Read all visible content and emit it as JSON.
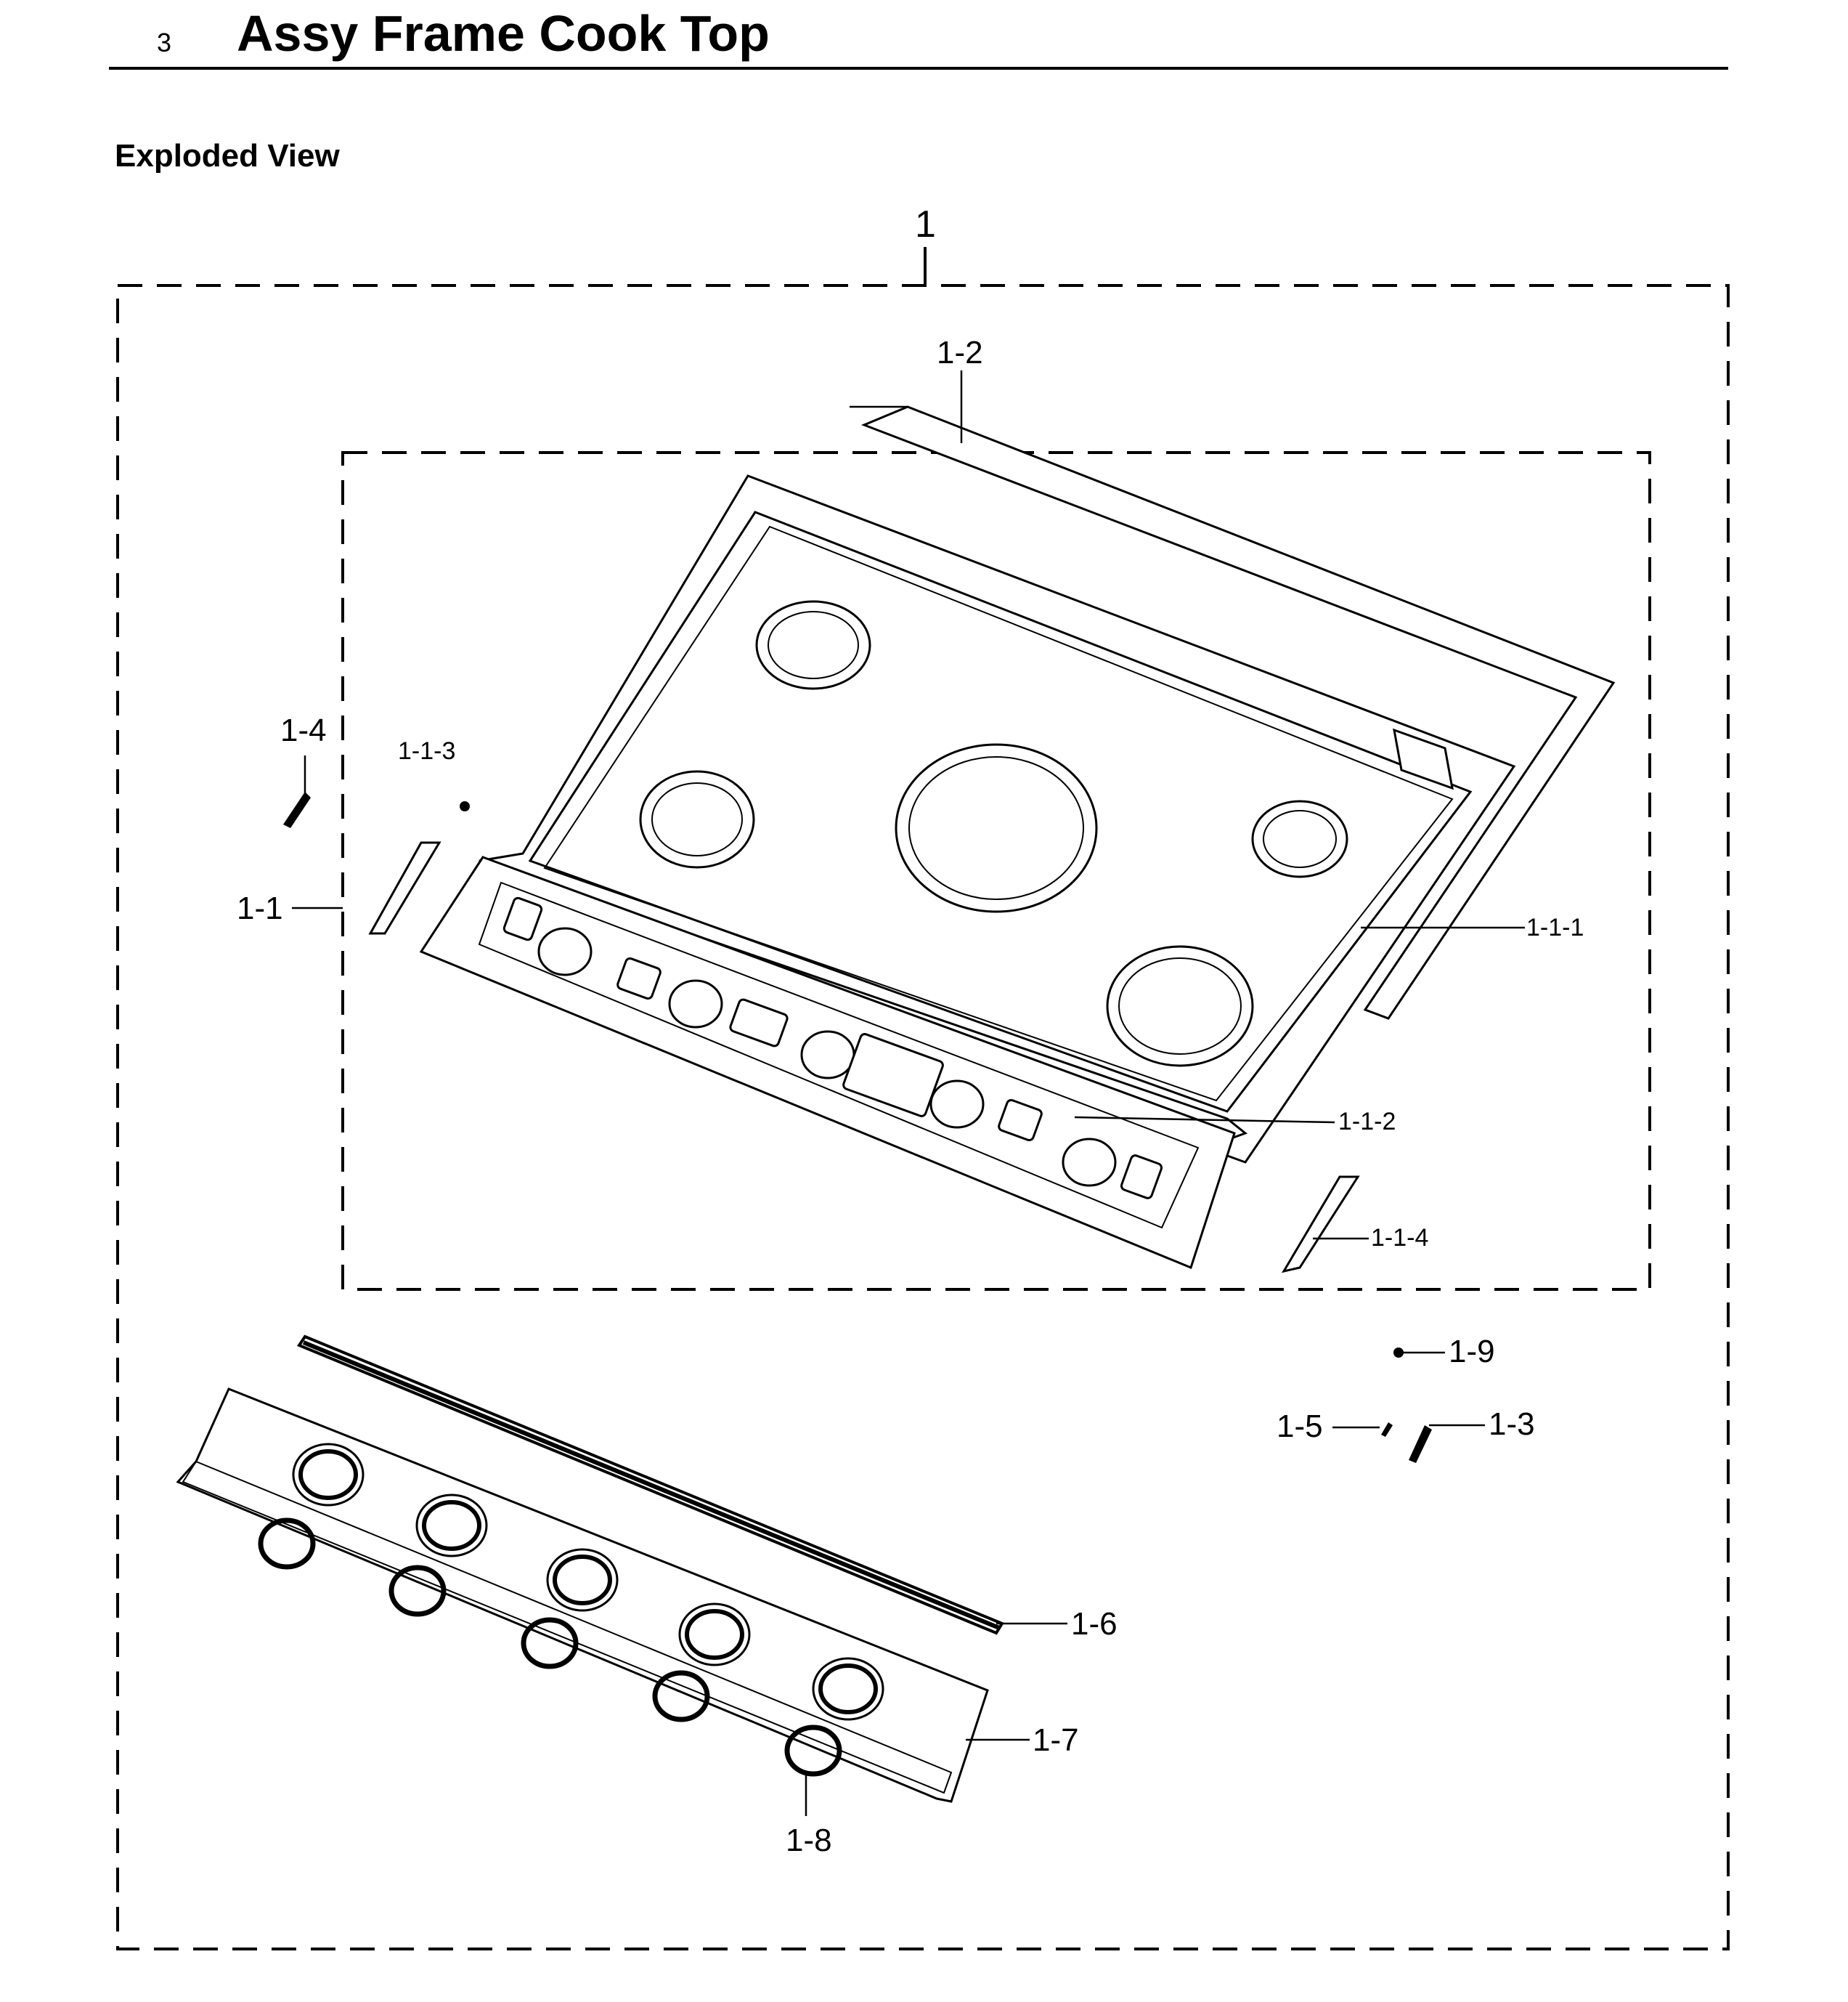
{
  "header": {
    "section_number": "3",
    "title": "Assy Frame Cook Top"
  },
  "subtitle": "Exploded View",
  "labels": {
    "assembly": "1",
    "p1_1": "1-1",
    "p1_1_1": "1-1-1",
    "p1_1_2": "1-1-2",
    "p1_1_3": "1-1-3",
    "p1_1_4": "1-1-4",
    "p1_2": "1-2",
    "p1_3": "1-3",
    "p1_4": "1-4",
    "p1_5": "1-5",
    "p1_6": "1-6",
    "p1_7": "1-7",
    "p1_8": "1-8",
    "p1_9": "1-9"
  }
}
